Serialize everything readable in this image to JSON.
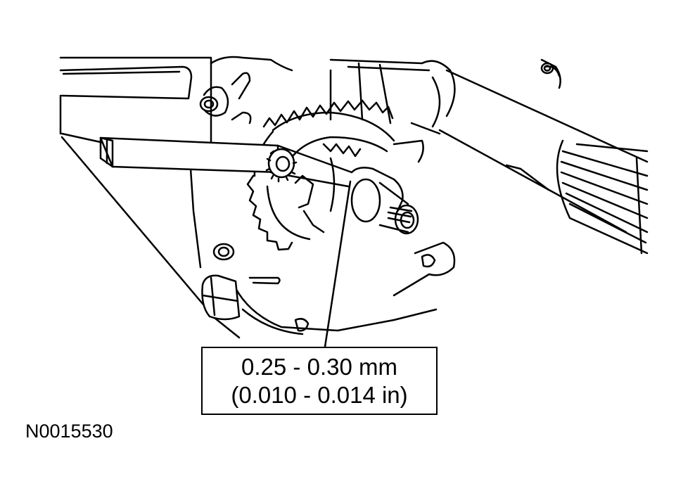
{
  "callout": {
    "metric": "0.25 - 0.30 mm",
    "imperial": "(0.010 - 0.014 in)"
  },
  "figure_id": "N0015530",
  "colors": {
    "line": "#000000",
    "background": "#ffffff"
  }
}
